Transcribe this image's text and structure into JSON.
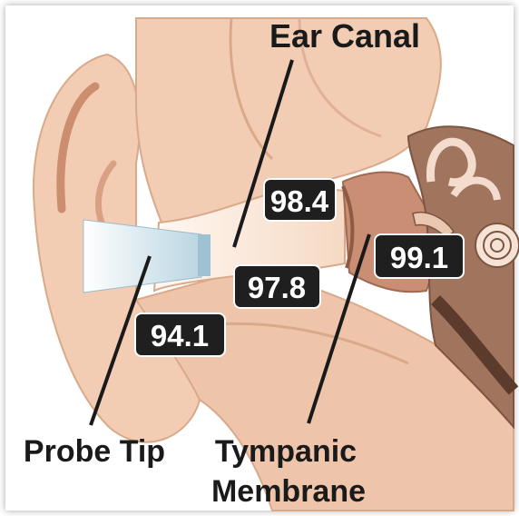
{
  "labels": {
    "ear_canal": "Ear Canal",
    "probe_tip": "Probe Tip",
    "tympanic_line1": "Tympanic",
    "tympanic_line2": "Membrane"
  },
  "readings": {
    "r1": "98.4",
    "r2": "99.1",
    "r3": "97.8",
    "r4": "94.1"
  },
  "colors": {
    "skin": "#f2cdb4",
    "skin_dark": "#e7b797",
    "inner_ear": "#c98e73",
    "bone": "#a0745d",
    "probe": "#d4e6ee",
    "badge": "#1f1f1f",
    "frame_shadow": "#bfbfbf"
  }
}
